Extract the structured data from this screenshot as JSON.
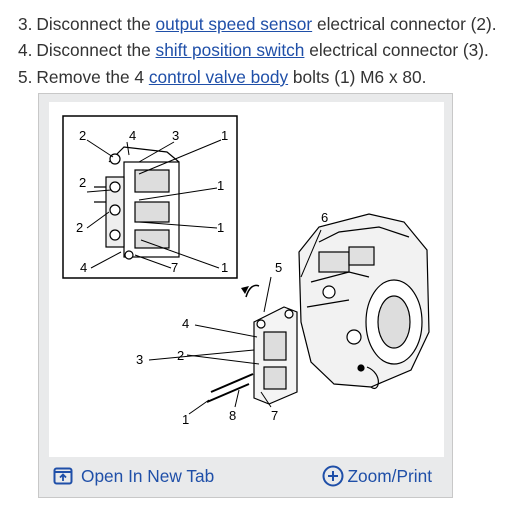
{
  "steps": [
    {
      "num": "3.",
      "before": "Disconnect the ",
      "link": "output speed sensor",
      "after": " electrical connector (2)."
    },
    {
      "num": "4.",
      "before": "Disconnect the ",
      "link": "shift position switch",
      "after": " electrical connector (3)."
    },
    {
      "num": "5.",
      "before": "Remove the 4 ",
      "link": "control valve body",
      "after": " bolts (1) M6 x 80."
    }
  ],
  "figure": {
    "inset_callouts": [
      "2",
      "4",
      "3",
      "1",
      "2",
      "1",
      "2",
      "1",
      "4",
      "7",
      "1"
    ],
    "main_callouts": [
      "6",
      "5",
      "4",
      "3",
      "2",
      "1",
      "8",
      "7"
    ]
  },
  "actions": {
    "open_new_tab": "Open In New Tab",
    "zoom_print": "Zoom/Print"
  },
  "colors": {
    "link": "#1f4fa8",
    "text": "#333333",
    "figure_bg": "#e9eaeb"
  },
  "icons": {
    "open_new_tab": "open-new-tab-icon",
    "zoom_print": "zoom-plus-icon"
  }
}
